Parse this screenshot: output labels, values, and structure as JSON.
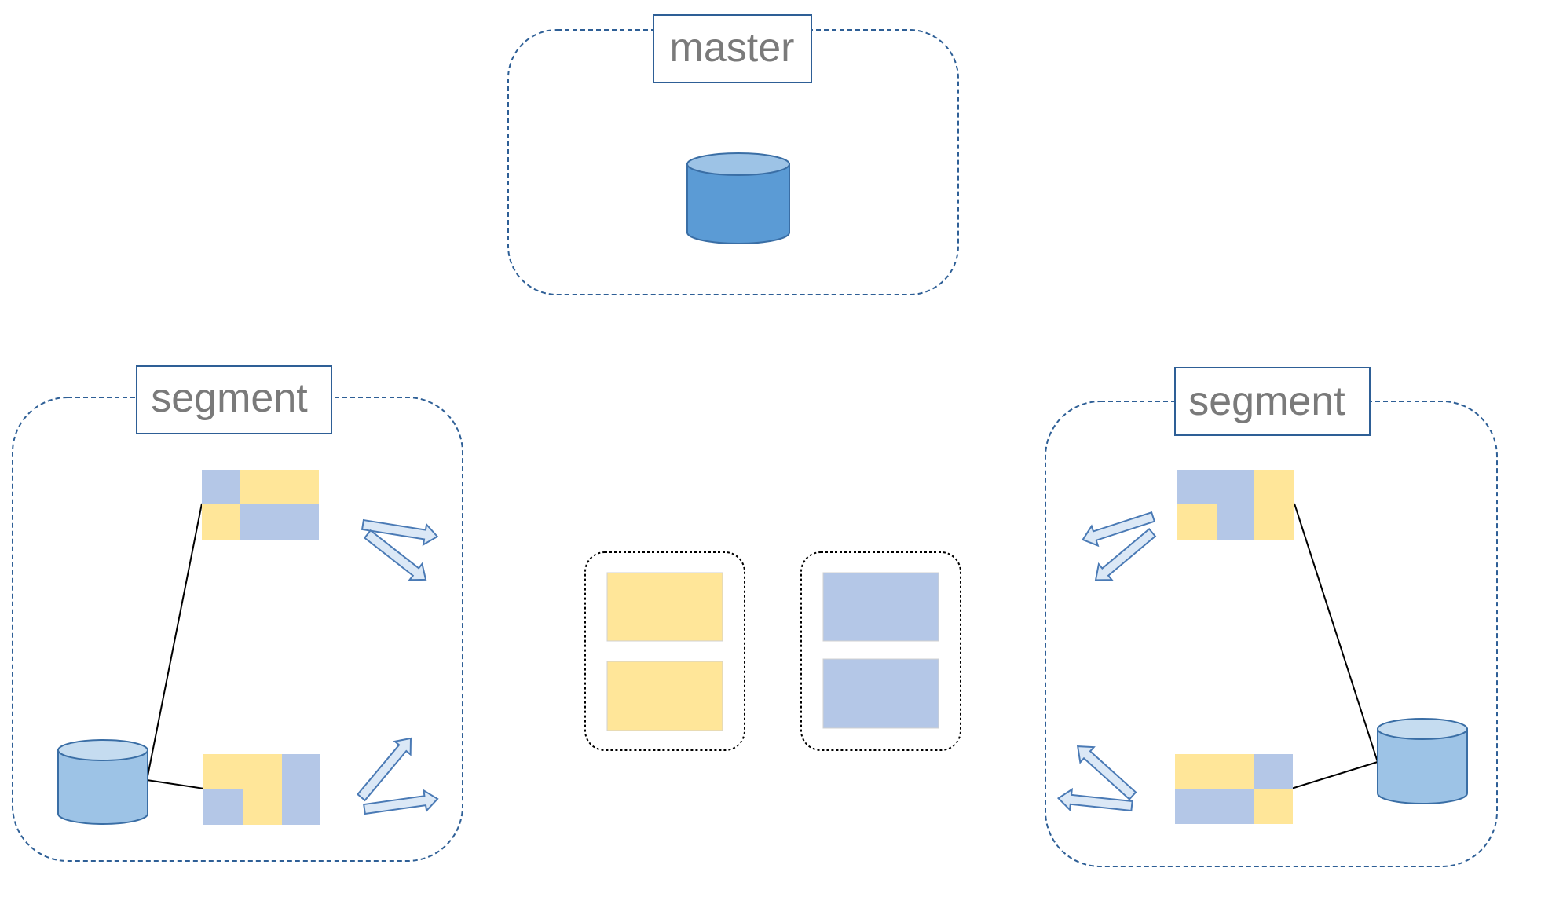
{
  "master": {
    "label": "master"
  },
  "segments": [
    {
      "label": "segment"
    },
    {
      "label": "segment"
    }
  ],
  "colors": {
    "container_border": "#2e5f96",
    "label_border": "#2e5f96",
    "label_text": "#7a7a7a",
    "master_db_fill": "#5b9bd5",
    "master_db_top": "#9dc3e6",
    "segment_db_fill": "#9dc3e6",
    "segment_db_top": "#c5dcf0",
    "db_stroke": "#3a6ea5",
    "block_yellow": "#ffe699",
    "block_blue": "#b4c7e7",
    "arrow_fill": "#dbe8f6",
    "arrow_stroke": "#4a7ab5",
    "connector": "#000000"
  },
  "icons": [
    "database-icon",
    "arrow-icon",
    "data-block-icon"
  ]
}
